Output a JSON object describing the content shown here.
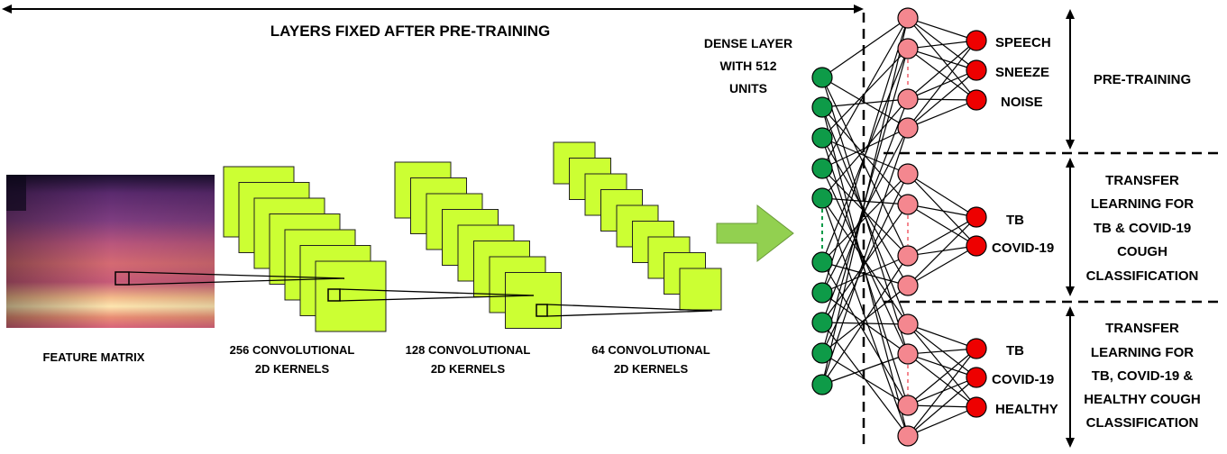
{
  "top_banner": {
    "label": "LAYERS FIXED AFTER PRE-TRAINING"
  },
  "feature_matrix": {
    "label": "FEATURE MATRIX"
  },
  "conv_blocks": [
    {
      "line1": "256 CONVOLUTIONAL",
      "line2": "2D KERNELS"
    },
    {
      "line1": "128 CONVOLUTIONAL",
      "line2": "2D KERNELS"
    },
    {
      "line1": "64 CONVOLUTIONAL",
      "line2": "2D KERNELS"
    }
  ],
  "dense_layer": {
    "line1": "DENSE LAYER",
    "line2": "WITH 512",
    "line3": "UNITS"
  },
  "stage_outputs": [
    {
      "labels": [
        "SPEECH",
        "SNEEZE",
        "NOISE"
      ]
    },
    {
      "labels": [
        "TB",
        "COVID-19"
      ]
    },
    {
      "labels": [
        "TB",
        "COVID-19",
        "HEALTHY"
      ]
    }
  ],
  "stage_names": [
    {
      "lines": [
        "PRE-TRAINING"
      ]
    },
    {
      "lines": [
        "TRANSFER",
        "LEARNING FOR",
        "TB & COVID-19",
        "COUGH",
        "CLASSIFICATION"
      ]
    },
    {
      "lines": [
        "TRANSFER",
        "LEARNING FOR",
        "TB, COVID-19 &",
        "HEALTHY COUGH",
        "CLASSIFICATION"
      ]
    }
  ],
  "colors": {
    "dense_node": "#0e9b48",
    "hidden_node": "#f4878f",
    "output_node": "#ee0000",
    "kernel": "#ccff33",
    "arrow": "#92d050"
  }
}
